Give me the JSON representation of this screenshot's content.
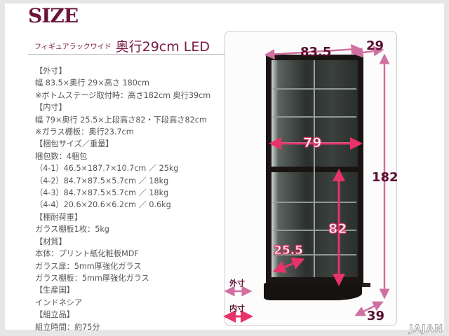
{
  "title": "SIZE",
  "subtitle": {
    "product": "フィギュアラックワイド",
    "model": "奥行29cm LED"
  },
  "specs": [
    "【外寸】",
    "幅 83.5×奥行 29×高さ 180cm",
    "※ボトムステージ取付時：高さ182cm 奥行39cm",
    "【内寸】",
    "幅 79×奥行 25.5×上段高さ82・下段高さ82cm",
    "※ガラス棚板：奥行23.7cm",
    "【梱包サイズ／重量】",
    "梱包数：4梱包",
    "（4-1）46.5×187.7×10.7cm ／ 25kg",
    "（4-2）84.7×87.5×5.7cm ／ 18kg",
    "（4-3）84.7×87.5×5.7cm ／ 18kg",
    "（4-4）20.6×20.6×6.2cm ／ 0.6kg",
    "【棚耐荷重】",
    "ガラス棚板1枚：5kg",
    "【材質】",
    "本体：プリント紙化粧板MDF",
    "ガラス扉：5mm厚強化ガラス",
    "ガラス棚板：5mm厚強化ガラス",
    "【生産国】",
    "インドネシア",
    "【組立品】",
    "組立時間：約75分"
  ],
  "dimensions": {
    "outer_width": "83.5",
    "outer_depth": "29",
    "outer_height": "182",
    "base_depth": "39",
    "inner_width": "79",
    "inner_height": "82",
    "inner_depth": "25.5"
  },
  "legend": {
    "outer": "外寸",
    "inner": "内寸"
  },
  "logo": "JAJAN",
  "colors": {
    "title": "#6b1438",
    "outer_arrow": "#d070a0",
    "inner_arrow": "#e8336a"
  }
}
